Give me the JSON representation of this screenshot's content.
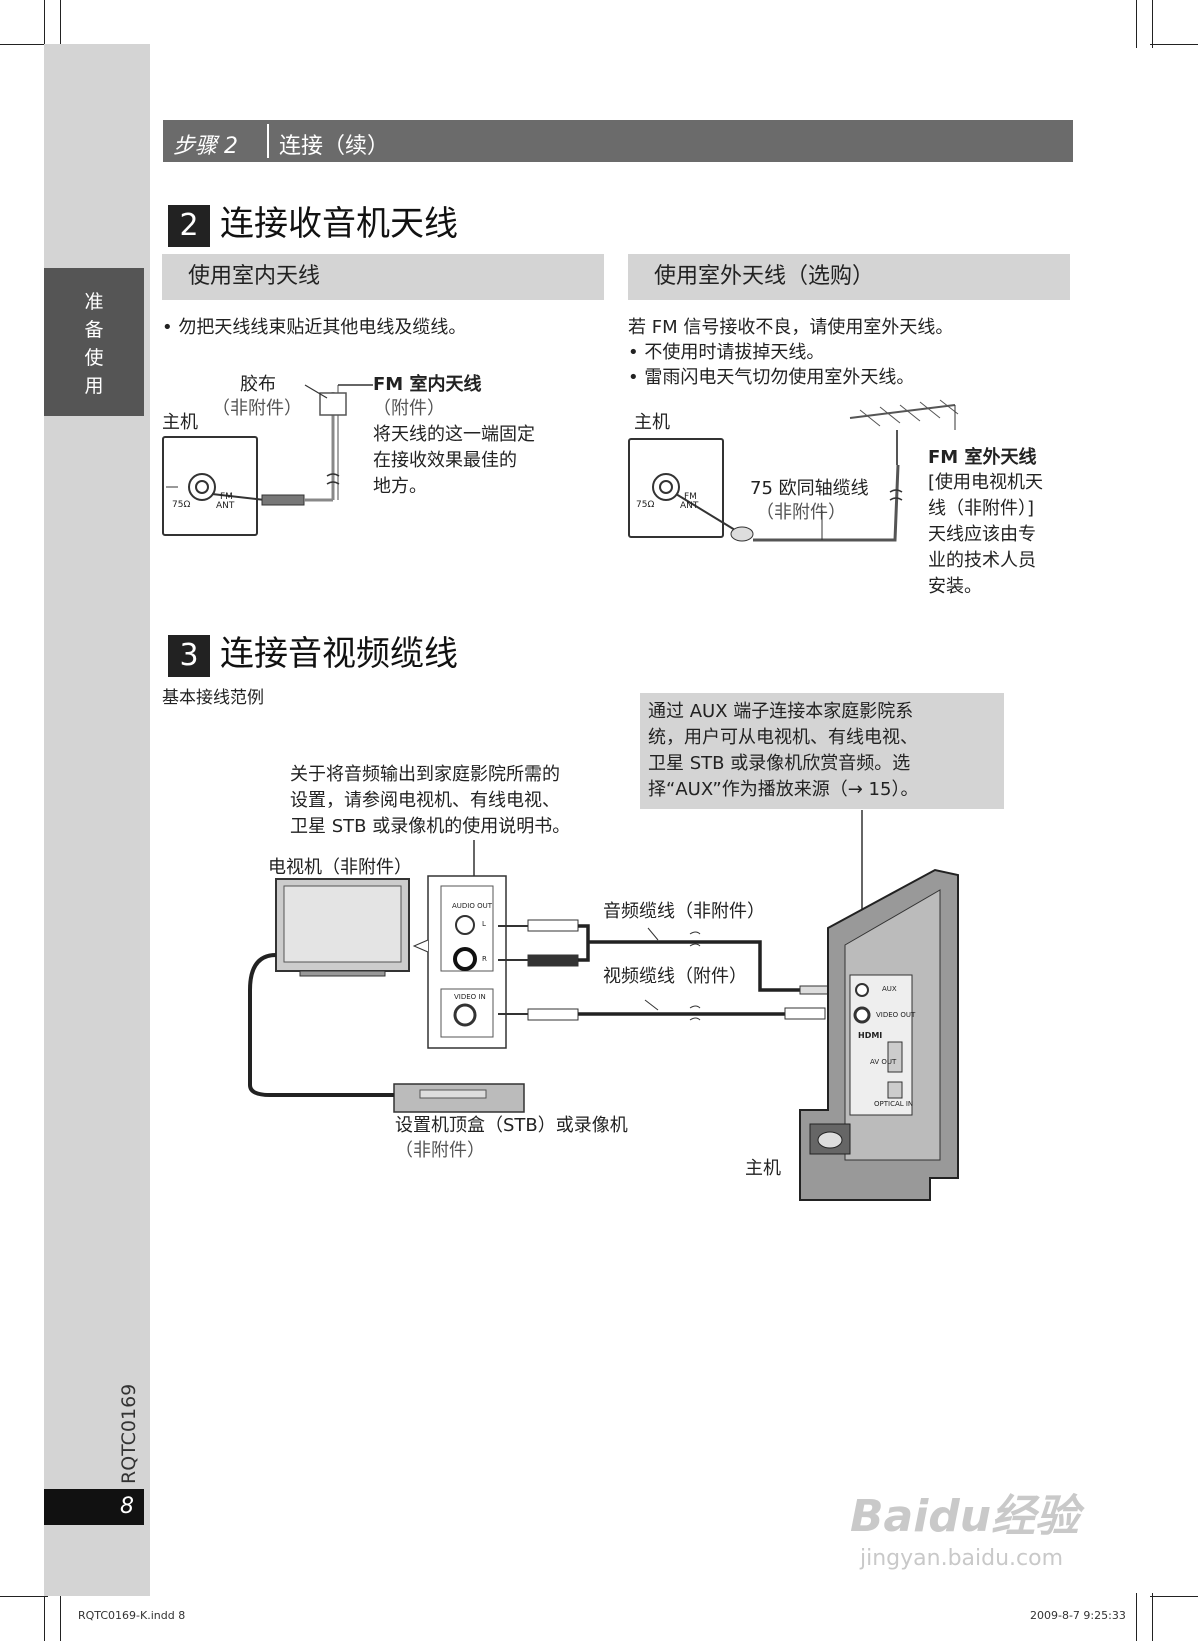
{
  "header": {
    "step": "步骤 2",
    "title": "连接（续）"
  },
  "side": {
    "tab_chars": [
      "准",
      "备",
      "使",
      "用"
    ],
    "doc_code": "RQTC0169",
    "page": "8"
  },
  "section2": {
    "num": "2",
    "title": "连接收音机天线",
    "indoor": {
      "subtitle": "使用室内天线",
      "bullet": "勿把天线线束贴近其他电线及缆线。",
      "tape": "胶布",
      "tape_note": "（非附件）",
      "unit": "主机",
      "fm_title": "FM 室内天线",
      "fm_note": "（附件）",
      "fm_desc": [
        "将天线的这一端固定",
        "在接收效果最佳的",
        "地方。"
      ],
      "ohm": "75Ω",
      "fm": "FM",
      "ant": "ANT"
    },
    "outdoor": {
      "subtitle": "使用室外天线（选购）",
      "intro": "若 FM 信号接收不良，请使用室外天线。",
      "bullets": [
        "不使用时请拔掉天线。",
        "雷雨闪电天气切勿使用室外天线。"
      ],
      "unit": "主机",
      "cable": "75 欧同轴缆线",
      "cable_note": "（非附件）",
      "fm_title": "FM 室外天线",
      "fm_lines": [
        "[使用电视机天",
        "线（非附件）]",
        "天线应该由专",
        "业的技术人员",
        "安装。"
      ],
      "ohm": "75Ω",
      "fm": "FM",
      "ant": "ANT"
    }
  },
  "section3": {
    "num": "3",
    "title": "连接音视频缆线",
    "example": "基本接线范例",
    "aux_box": [
      "通过 AUX 端子连接本家庭影院系",
      "统，用户可从电视机、有线电视、",
      "卫星 STB 或录像机欣赏音频。选",
      "择“AUX”作为播放来源（→ 15）。"
    ],
    "note": [
      "关于将音频输出到家庭影院所需的",
      "设置，请参阅电视机、有线电视、",
      "卫星 STB 或录像机的使用说明书。"
    ],
    "tv": "电视机（非附件）",
    "audio_cable": "音频缆线（非附件）",
    "video_cable": "视频缆线（附件）",
    "stb": "设置机顶盒（STB）或录像机",
    "stb_note": "（非附件）",
    "unit": "主机",
    "audio_out": "AUDIO OUT",
    "video_in": "VIDEO IN",
    "l": "L",
    "r": "R",
    "aux": "AUX",
    "video_out": "VIDEO OUT",
    "hdmi": "HDMI",
    "av_out": "AV OUT",
    "optical_in": "OPTICAL IN"
  },
  "footer": {
    "file": "RQTC0169-K.indd   8",
    "date": "2009-8-7   9:25:33"
  },
  "watermark": {
    "brand": "Baidu经验",
    "url": "jingyan.baidu.com"
  }
}
